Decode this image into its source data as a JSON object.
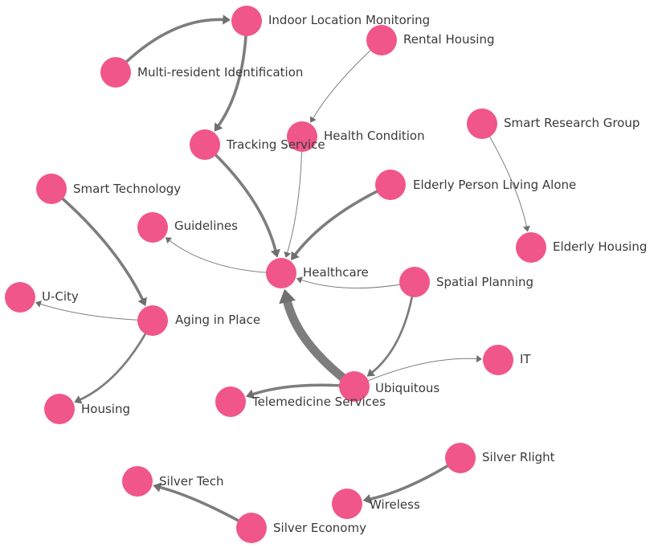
{
  "graph": {
    "node_color": "#f0568a",
    "edge_color": "#7d7d7d",
    "label_color": "#3a3a3a",
    "nodes": [
      {
        "id": "indoor",
        "label": "Indoor Location Monitoring"
      },
      {
        "id": "rental",
        "label": "Rental Housing"
      },
      {
        "id": "multi",
        "label": "Multi-resident Identification"
      },
      {
        "id": "smartresearch",
        "label": "Smart Research Group"
      },
      {
        "id": "healthcond",
        "label": "Health Condition"
      },
      {
        "id": "tracking",
        "label": "Tracking Service"
      },
      {
        "id": "smarttech",
        "label": "Smart Technology"
      },
      {
        "id": "elderlyalone",
        "label": "Elderly Person Living Alone"
      },
      {
        "id": "guidelines",
        "label": "Guidelines"
      },
      {
        "id": "elderlyhousing",
        "label": "Elderly Housing"
      },
      {
        "id": "healthcare",
        "label": "Healthcare"
      },
      {
        "id": "spatial",
        "label": "Spatial Planning"
      },
      {
        "id": "ucity",
        "label": "U-City"
      },
      {
        "id": "aging",
        "label": "Aging in Place"
      },
      {
        "id": "it",
        "label": "IT"
      },
      {
        "id": "ubiquitous",
        "label": "Ubiquitous"
      },
      {
        "id": "telemedicine",
        "label": "Telemedicine Services"
      },
      {
        "id": "housing",
        "label": "Housing"
      },
      {
        "id": "silverrlight",
        "label": "Silver Rlight"
      },
      {
        "id": "silvertech",
        "label": "Silver Tech"
      },
      {
        "id": "wireless",
        "label": "Wireless"
      },
      {
        "id": "silvereconomy",
        "label": "Silver Economy"
      }
    ],
    "edges": [
      {
        "from": "multi",
        "to": "indoor",
        "weight": 4
      },
      {
        "from": "indoor",
        "to": "tracking",
        "weight": 4
      },
      {
        "from": "rental",
        "to": "healthcond",
        "weight": 1
      },
      {
        "from": "healthcond",
        "to": "healthcare",
        "weight": 1
      },
      {
        "from": "tracking",
        "to": "healthcare",
        "weight": 4
      },
      {
        "from": "elderlyalone",
        "to": "healthcare",
        "weight": 4
      },
      {
        "from": "healthcare",
        "to": "guidelines",
        "weight": 1
      },
      {
        "from": "spatial",
        "to": "healthcare",
        "weight": 1
      },
      {
        "from": "spatial",
        "to": "ubiquitous",
        "weight": 3
      },
      {
        "from": "ubiquitous",
        "to": "it",
        "weight": 1
      },
      {
        "from": "ubiquitous",
        "to": "healthcare",
        "weight": 12
      },
      {
        "from": "ubiquitous",
        "to": "telemedicine",
        "weight": 4
      },
      {
        "from": "smarttech",
        "to": "aging",
        "weight": 4
      },
      {
        "from": "aging",
        "to": "ucity",
        "weight": 1
      },
      {
        "from": "aging",
        "to": "housing",
        "weight": 3
      },
      {
        "from": "smartresearch",
        "to": "elderlyhousing",
        "weight": 1
      },
      {
        "from": "silverrlight",
        "to": "wireless",
        "weight": 4
      },
      {
        "from": "silvereconomy",
        "to": "silvertech",
        "weight": 4
      }
    ]
  }
}
